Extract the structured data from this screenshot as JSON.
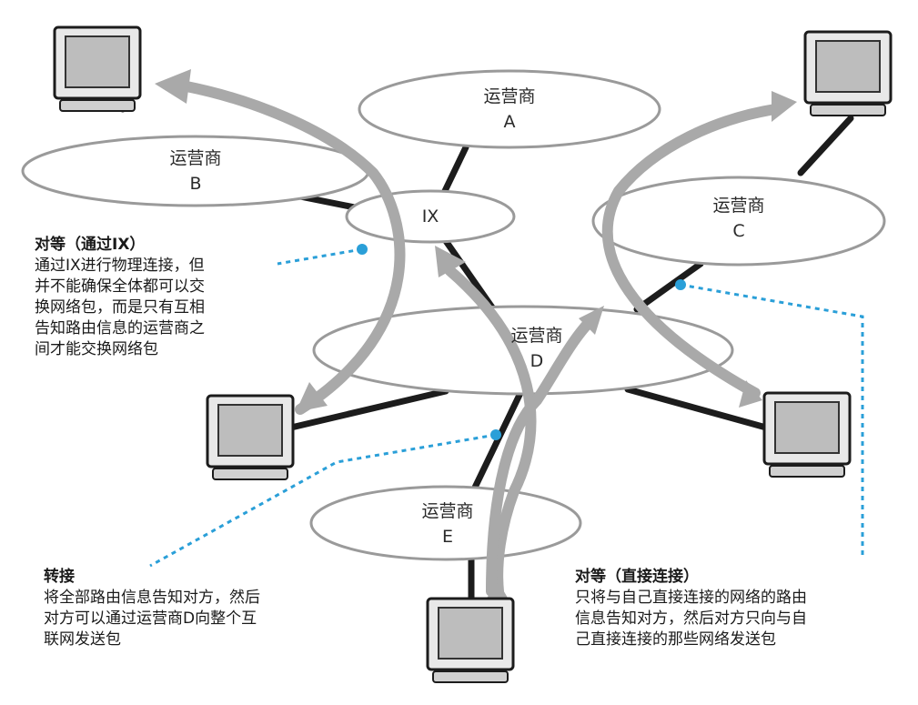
{
  "networks": [
    {
      "id": "A",
      "name": "运营商",
      "letter": "A"
    },
    {
      "id": "B",
      "name": "运营商",
      "letter": "B"
    },
    {
      "id": "C",
      "name": "运营商",
      "letter": "C"
    },
    {
      "id": "D",
      "name": "运营商",
      "letter": "D"
    },
    {
      "id": "E",
      "name": "运营商",
      "letter": "E"
    }
  ],
  "ix_label": "IX",
  "notes": {
    "peering_ix": {
      "title": "对等（通过IX）",
      "lines": [
        "通过IX进行物理连接，但",
        "并不能确保全体都可以交",
        "换网络包，而是只有互相",
        "告知路由信息的运营商之",
        "间才能交换网络包"
      ]
    },
    "transit": {
      "title": "转接",
      "lines": [
        "将全部路由信息告知对方，然后",
        "对方可以通过运营商D向整个互",
        "联网发送包"
      ]
    },
    "peering_direct": {
      "title": "对等（直接连接）",
      "lines": [
        "只将与自己直接连接的网络的路由",
        "信息告知对方，然后对方只向与自",
        "己直接连接的那些网络发送包"
      ]
    }
  },
  "colors": {
    "line": "#1c1c1c",
    "ellipse_stroke": "#9a9a9a",
    "arrow": "#a9a9a9",
    "dotted": "#2a9fd8",
    "monitor_screen": "#bdbdbd"
  }
}
